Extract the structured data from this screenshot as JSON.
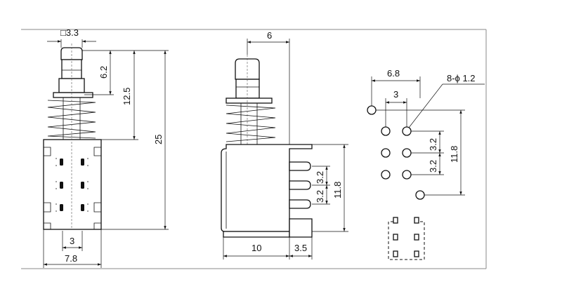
{
  "views": {
    "front": {
      "square_label": "□3.3",
      "dim_stem": "6.2",
      "dim_travel": "12.5",
      "dim_height": "25",
      "dim_pin_pitch": "3",
      "dim_width": "7.8"
    },
    "side": {
      "dim_top": "6",
      "dim_pitch_a": "3.2",
      "dim_pitch_b": "3.2",
      "dim_span": "11.8",
      "dim_body": "10",
      "dim_leg": "3.5"
    },
    "footprint": {
      "dim_width": "6.8",
      "dim_col": "3",
      "hole_label": "8-ϕ 1.2",
      "dim_pitch_a": "3.2",
      "dim_pitch_b": "3.2",
      "dim_span": "11.8"
    }
  }
}
